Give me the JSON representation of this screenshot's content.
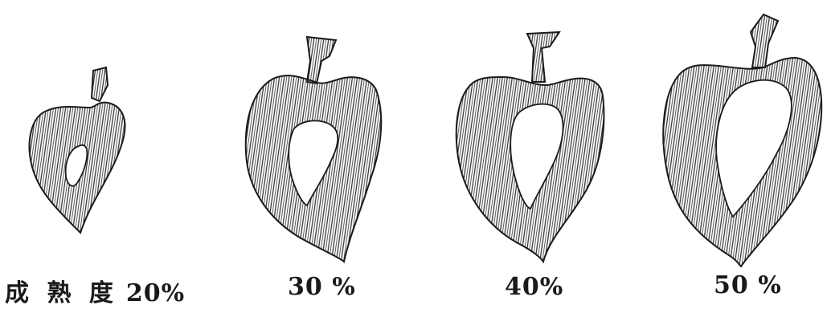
{
  "prefix_label": "成 熟 度",
  "ink_color": "#1a1a1a",
  "hatch_color": "#333333",
  "stages": [
    {
      "label": "20%"
    },
    {
      "label": "30 %"
    },
    {
      "label": "40%"
    },
    {
      "label": "50 %"
    }
  ]
}
